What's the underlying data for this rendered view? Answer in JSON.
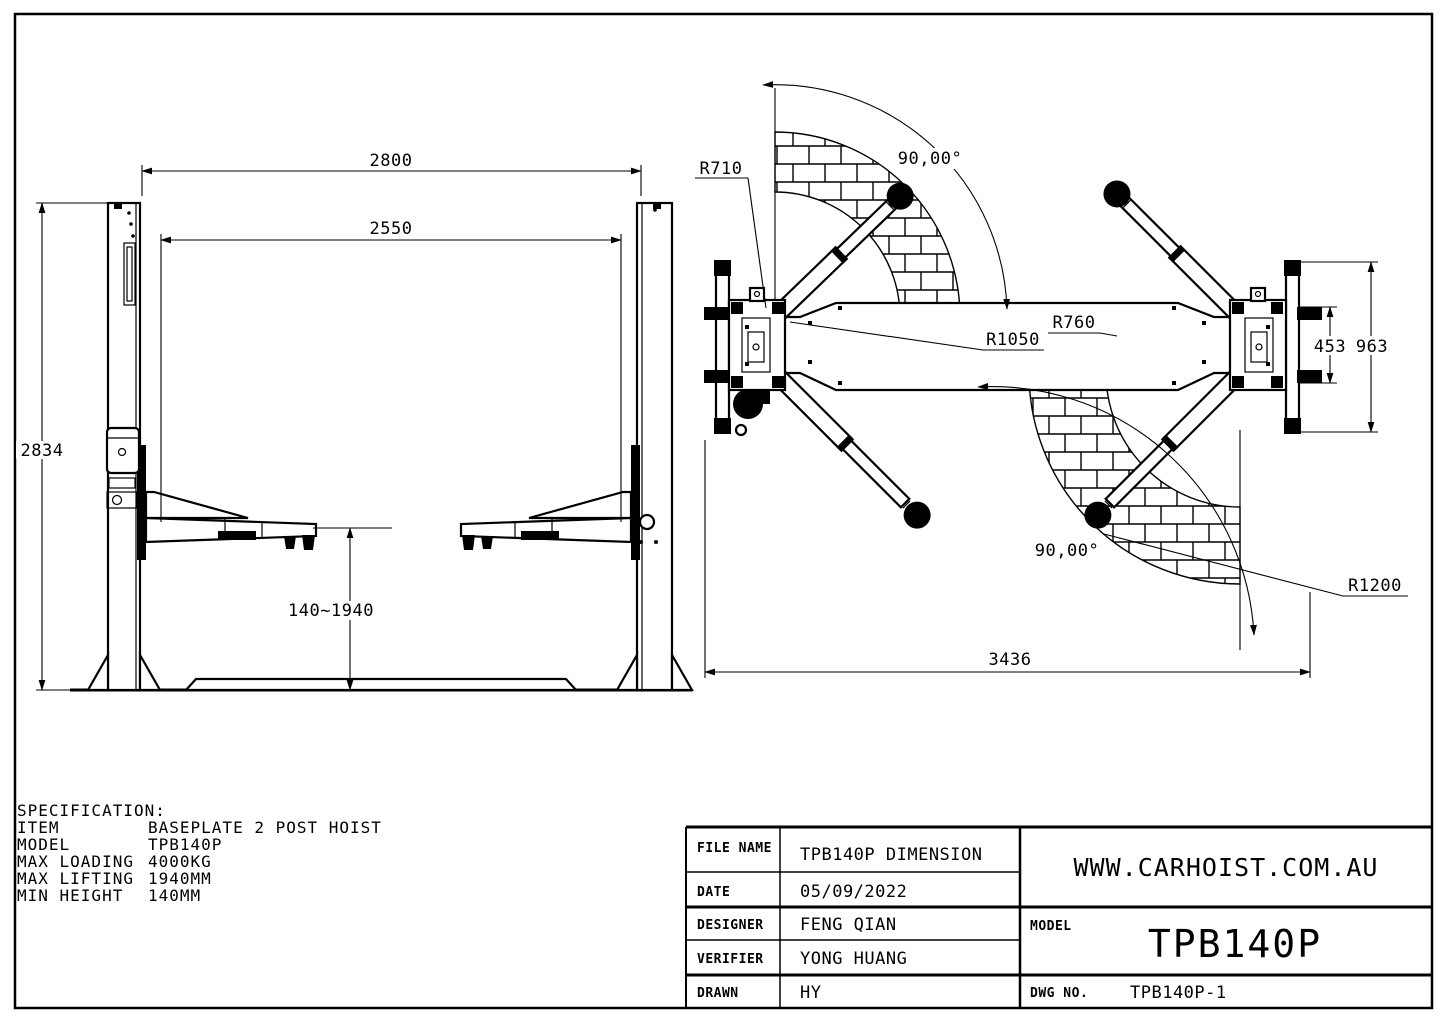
{
  "drawing": {
    "front_view": {
      "dim_width_outer": "2800",
      "dim_width_inner": "2550",
      "dim_height": "2834",
      "dim_lift_range": "140~1940"
    },
    "plan_view": {
      "dim_r_front_min": "R710",
      "dim_r_front_max": "R1050",
      "dim_r_rear_min": "R760",
      "dim_r_rear_max": "R1200",
      "dim_angle_front": "90,00°",
      "dim_angle_rear": "90,00°",
      "dim_carriage_width": "453",
      "dim_baseplate_width": "963",
      "dim_overall_length": "3436"
    },
    "specification": {
      "title": "SPECIFICATION:",
      "rows": [
        {
          "label": "ITEM",
          "value": "BASEPLATE 2 POST HOIST"
        },
        {
          "label": "MODEL",
          "value": "TPB140P"
        },
        {
          "label": "MAX LOADING",
          "value": "4000KG"
        },
        {
          "label": "MAX LIFTING",
          "value": "1940MM"
        },
        {
          "label": "MIN HEIGHT",
          "value": "140MM"
        }
      ]
    },
    "title_block": {
      "file_name_label": "FILE NAME",
      "file_name": "TPB140P DIMENSION",
      "date_label": "DATE",
      "date": "05/09/2022",
      "designer_label": "DESIGNER",
      "designer": "FENG QIAN",
      "verifier_label": "VERIFIER",
      "verifier": "YONG HUANG",
      "drawn_label": "DRAWN",
      "drawn": "HY",
      "website": "WWW.CARHOIST.COM.AU",
      "model_label": "MODEL",
      "model": "TPB140P",
      "dwg_no_label": "DWG NO.",
      "dwg_no": "TPB140P-1"
    },
    "line_color": "#000000",
    "background_color": "#ffffff"
  }
}
